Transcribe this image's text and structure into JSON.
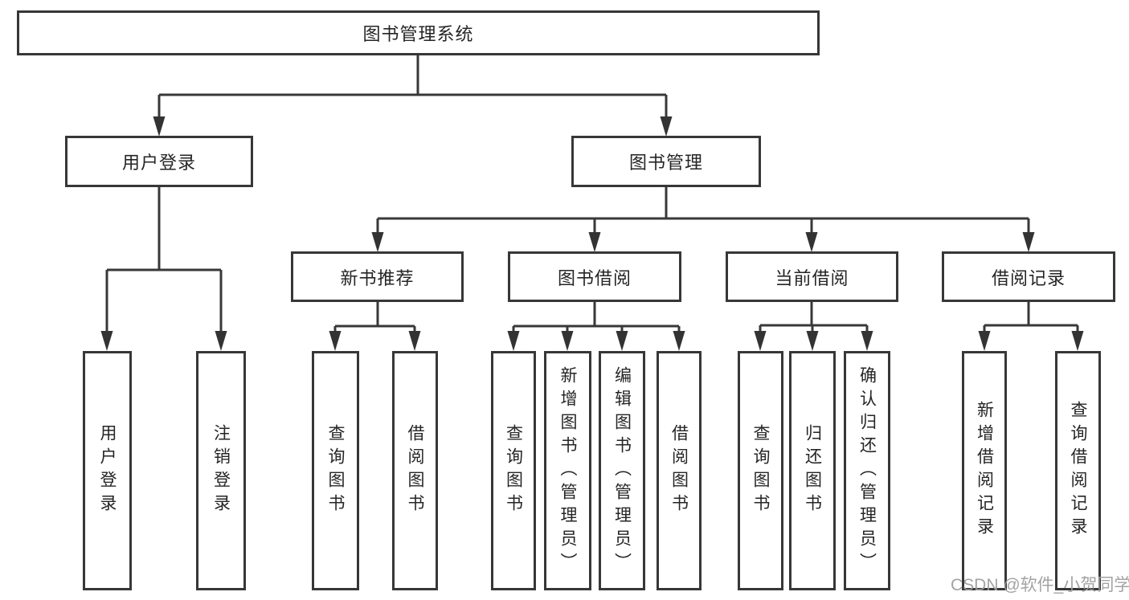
{
  "diagram": {
    "title": "图书管理系统",
    "level2": [
      {
        "label": "用户登录"
      },
      {
        "label": "图书管理"
      }
    ],
    "level3": [
      {
        "label": "新书推荐"
      },
      {
        "label": "图书借阅"
      },
      {
        "label": "当前借阅"
      },
      {
        "label": "借阅记录"
      }
    ],
    "leaves": {
      "user_login": [
        {
          "label": "用户登录"
        },
        {
          "label": "注销登录"
        }
      ],
      "new_book": [
        {
          "label": "查询图书"
        },
        {
          "label": "借阅图书"
        }
      ],
      "book_borrow": [
        {
          "label": "查询图书"
        },
        {
          "label": "新增图书（管理员）"
        },
        {
          "label": "编辑图书（管理员）"
        },
        {
          "label": "借阅图书"
        }
      ],
      "current_borrow": [
        {
          "label": "查询图书"
        },
        {
          "label": "归还图书"
        },
        {
          "label": "确认归还（管理员）"
        }
      ],
      "borrow_records": [
        {
          "label": "新增借阅记录"
        },
        {
          "label": "查询借阅记录"
        }
      ]
    }
  },
  "watermark": "CSDN @软件_小贺同学",
  "colors": {
    "line": "#383838",
    "box_border": "#373737",
    "text": "#252525",
    "watermark": "#9e9e9e",
    "background": "#ffffff"
  }
}
